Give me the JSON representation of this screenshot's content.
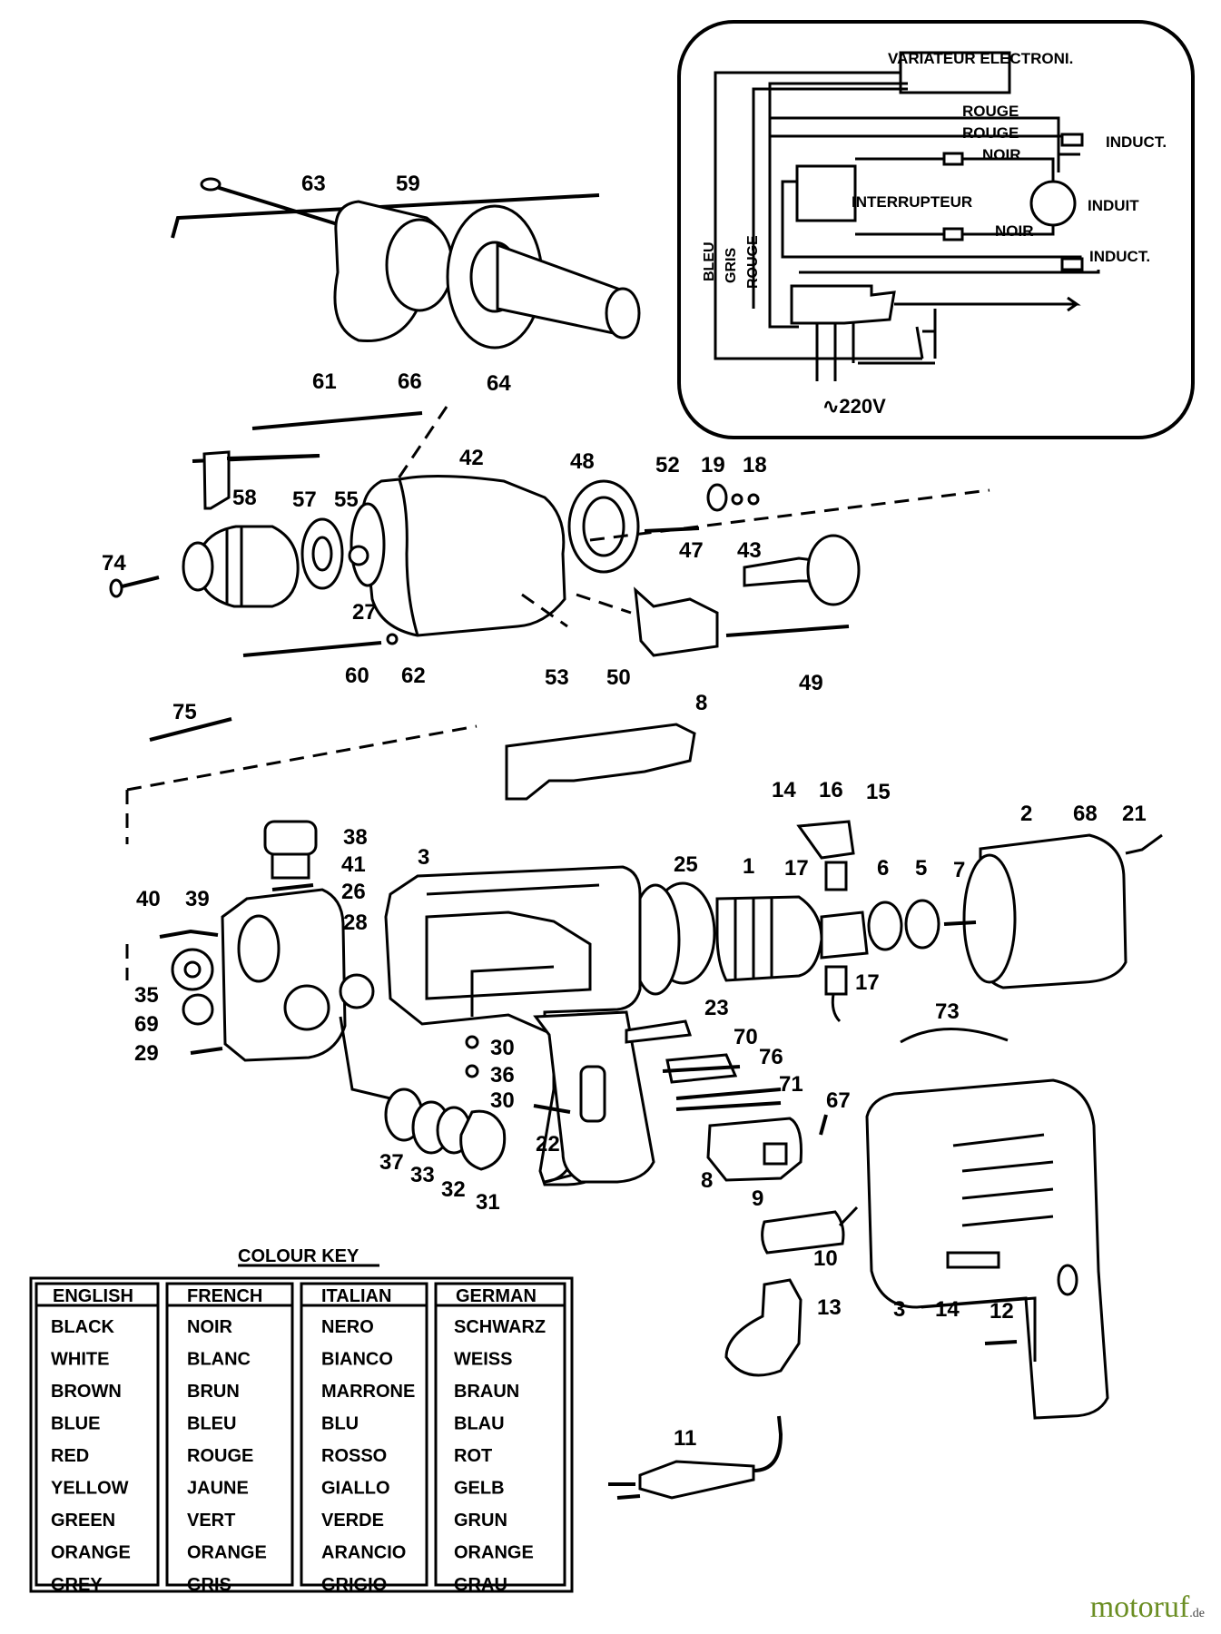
{
  "wiring": {
    "variateur": "VARIATEUR ELECTRONI.",
    "rouge_1": "ROUGE",
    "rouge_2": "ROUGE",
    "induct_1": "INDUCT.",
    "noir_1": "NOIR",
    "interrupteur": "INTERRUPTEUR",
    "induit": "INDUIT",
    "noir_2": "NOIR",
    "induct_2": "INDUCT.",
    "bleu": "BLEU",
    "gris": "GRIS",
    "rouge_v": "ROUGE",
    "voltage": "∿220V"
  },
  "part_labels": [
    {
      "id": "p63",
      "text": "63"
    },
    {
      "id": "p59",
      "text": "59"
    },
    {
      "id": "p66",
      "text": "66"
    },
    {
      "id": "p64",
      "text": "64"
    },
    {
      "id": "p61",
      "text": "61"
    },
    {
      "id": "p42",
      "text": "42"
    },
    {
      "id": "p48",
      "text": "48"
    },
    {
      "id": "p52",
      "text": "52"
    },
    {
      "id": "p19",
      "text": "19"
    },
    {
      "id": "p18",
      "text": "18"
    },
    {
      "id": "p58",
      "text": "58"
    },
    {
      "id": "p57",
      "text": "57"
    },
    {
      "id": "p55",
      "text": "55"
    },
    {
      "id": "p74",
      "text": "74"
    },
    {
      "id": "p47",
      "text": "47"
    },
    {
      "id": "p43",
      "text": "43"
    },
    {
      "id": "p27",
      "text": "27"
    },
    {
      "id": "p60",
      "text": "60"
    },
    {
      "id": "p62",
      "text": "62"
    },
    {
      "id": "p53",
      "text": "53"
    },
    {
      "id": "p50",
      "text": "50"
    },
    {
      "id": "p49",
      "text": "49"
    },
    {
      "id": "p75",
      "text": "75"
    },
    {
      "id": "p8a",
      "text": "8"
    },
    {
      "id": "p14a",
      "text": "14"
    },
    {
      "id": "p16",
      "text": "16"
    },
    {
      "id": "p15",
      "text": "15"
    },
    {
      "id": "p2",
      "text": "2"
    },
    {
      "id": "p68",
      "text": "68"
    },
    {
      "id": "p21",
      "text": "21"
    },
    {
      "id": "p38",
      "text": "38"
    },
    {
      "id": "p3a",
      "text": "3"
    },
    {
      "id": "p25",
      "text": "25"
    },
    {
      "id": "p1",
      "text": "1"
    },
    {
      "id": "p17a",
      "text": "17"
    },
    {
      "id": "p6",
      "text": "6"
    },
    {
      "id": "p5",
      "text": "5"
    },
    {
      "id": "p7",
      "text": "7"
    },
    {
      "id": "p41",
      "text": "41"
    },
    {
      "id": "p26",
      "text": "26"
    },
    {
      "id": "p40",
      "text": "40"
    },
    {
      "id": "p39",
      "text": "39"
    },
    {
      "id": "p28",
      "text": "28"
    },
    {
      "id": "p35",
      "text": "35"
    },
    {
      "id": "p69",
      "text": "69"
    },
    {
      "id": "p29",
      "text": "29"
    },
    {
      "id": "p17b",
      "text": "17"
    },
    {
      "id": "p23",
      "text": "23"
    },
    {
      "id": "p73",
      "text": "73"
    },
    {
      "id": "p70",
      "text": "70"
    },
    {
      "id": "p76",
      "text": "76"
    },
    {
      "id": "p30a",
      "text": "30"
    },
    {
      "id": "p36",
      "text": "36"
    },
    {
      "id": "p30b",
      "text": "30"
    },
    {
      "id": "p71",
      "text": "71"
    },
    {
      "id": "p67",
      "text": "67"
    },
    {
      "id": "p22",
      "text": "22"
    },
    {
      "id": "p37",
      "text": "37"
    },
    {
      "id": "p33",
      "text": "33"
    },
    {
      "id": "p32",
      "text": "32"
    },
    {
      "id": "p31",
      "text": "31"
    },
    {
      "id": "p8b",
      "text": "8"
    },
    {
      "id": "p9",
      "text": "9"
    },
    {
      "id": "p10",
      "text": "10"
    },
    {
      "id": "p13",
      "text": "13"
    },
    {
      "id": "p3b",
      "text": "3"
    },
    {
      "id": "p14b",
      "text": "14"
    },
    {
      "id": "p12",
      "text": "12"
    },
    {
      "id": "p11",
      "text": "11"
    }
  ],
  "colour_key": {
    "title": "COLOUR KEY",
    "headers": [
      "ENGLISH",
      "FRENCH",
      "ITALIAN",
      "GERMAN"
    ],
    "rows": [
      [
        "BLACK",
        "NOIR",
        "NERO",
        "SCHWARZ"
      ],
      [
        "WHITE",
        "BLANC",
        "BIANCO",
        "WEISS"
      ],
      [
        "BROWN",
        "BRUN",
        "MARRONE",
        "BRAUN"
      ],
      [
        "BLUE",
        "BLEU",
        "BLU",
        "BLAU"
      ],
      [
        "RED",
        "ROUGE",
        "ROSSO",
        "ROT"
      ],
      [
        "YELLOW",
        "JAUNE",
        "GIALLO",
        "GELB"
      ],
      [
        "GREEN",
        "VERT",
        "VERDE",
        "GRUN"
      ],
      [
        "ORANGE",
        "ORANGE",
        "ARANCIO",
        "ORANGE"
      ],
      [
        "GREY",
        "GRIS",
        "GRIGIO",
        "GRAU"
      ]
    ]
  },
  "watermark": {
    "brand": "motoruf",
    "tld": ".de"
  }
}
